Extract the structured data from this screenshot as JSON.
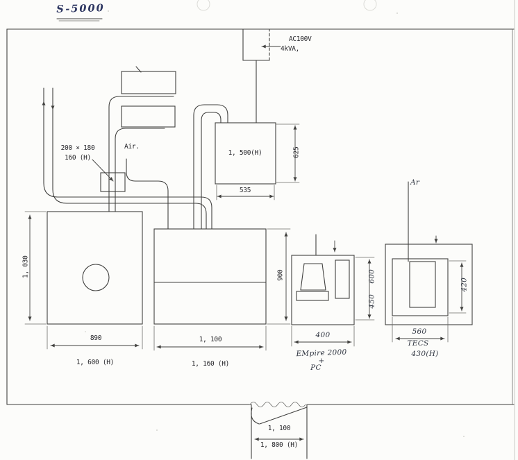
{
  "colors": {
    "ink": "#41413f",
    "ink_light": "#6b6b68",
    "pen": "#2c3560",
    "paper": "#fcfcfa"
  },
  "title": "S-5000",
  "power": {
    "voltage": "AC100V",
    "capacity": "4kVA,"
  },
  "duct_box": {
    "size": "200 × 180",
    "height": "160 (H)"
  },
  "air": {
    "left": "Air.",
    "right": "Ar"
  },
  "heater_unit": {
    "label": "1, 500(H)",
    "height_dim": "625",
    "width_dim": "535"
  },
  "left_unit": {
    "depth_dim": "1, 030",
    "width_dim": "890",
    "height_label": "1, 600 (H)"
  },
  "center_unit": {
    "depth_dim": "900",
    "width_dim": "1, 100",
    "height_label": "1, 160 (H)"
  },
  "empire_unit": {
    "width_dim": "400",
    "height_dim": "600",
    "height_dim_alt": "450",
    "name_line1": "EMpire 2000",
    "name_line2": "+",
    "name_line3": "PC"
  },
  "tecs_unit": {
    "side_dim": "420",
    "width_dim": "560",
    "name": "TECS",
    "height_label": "430(H)"
  },
  "door": {
    "width_dim": "1, 100",
    "height_label": "1, 800 (H)"
  }
}
